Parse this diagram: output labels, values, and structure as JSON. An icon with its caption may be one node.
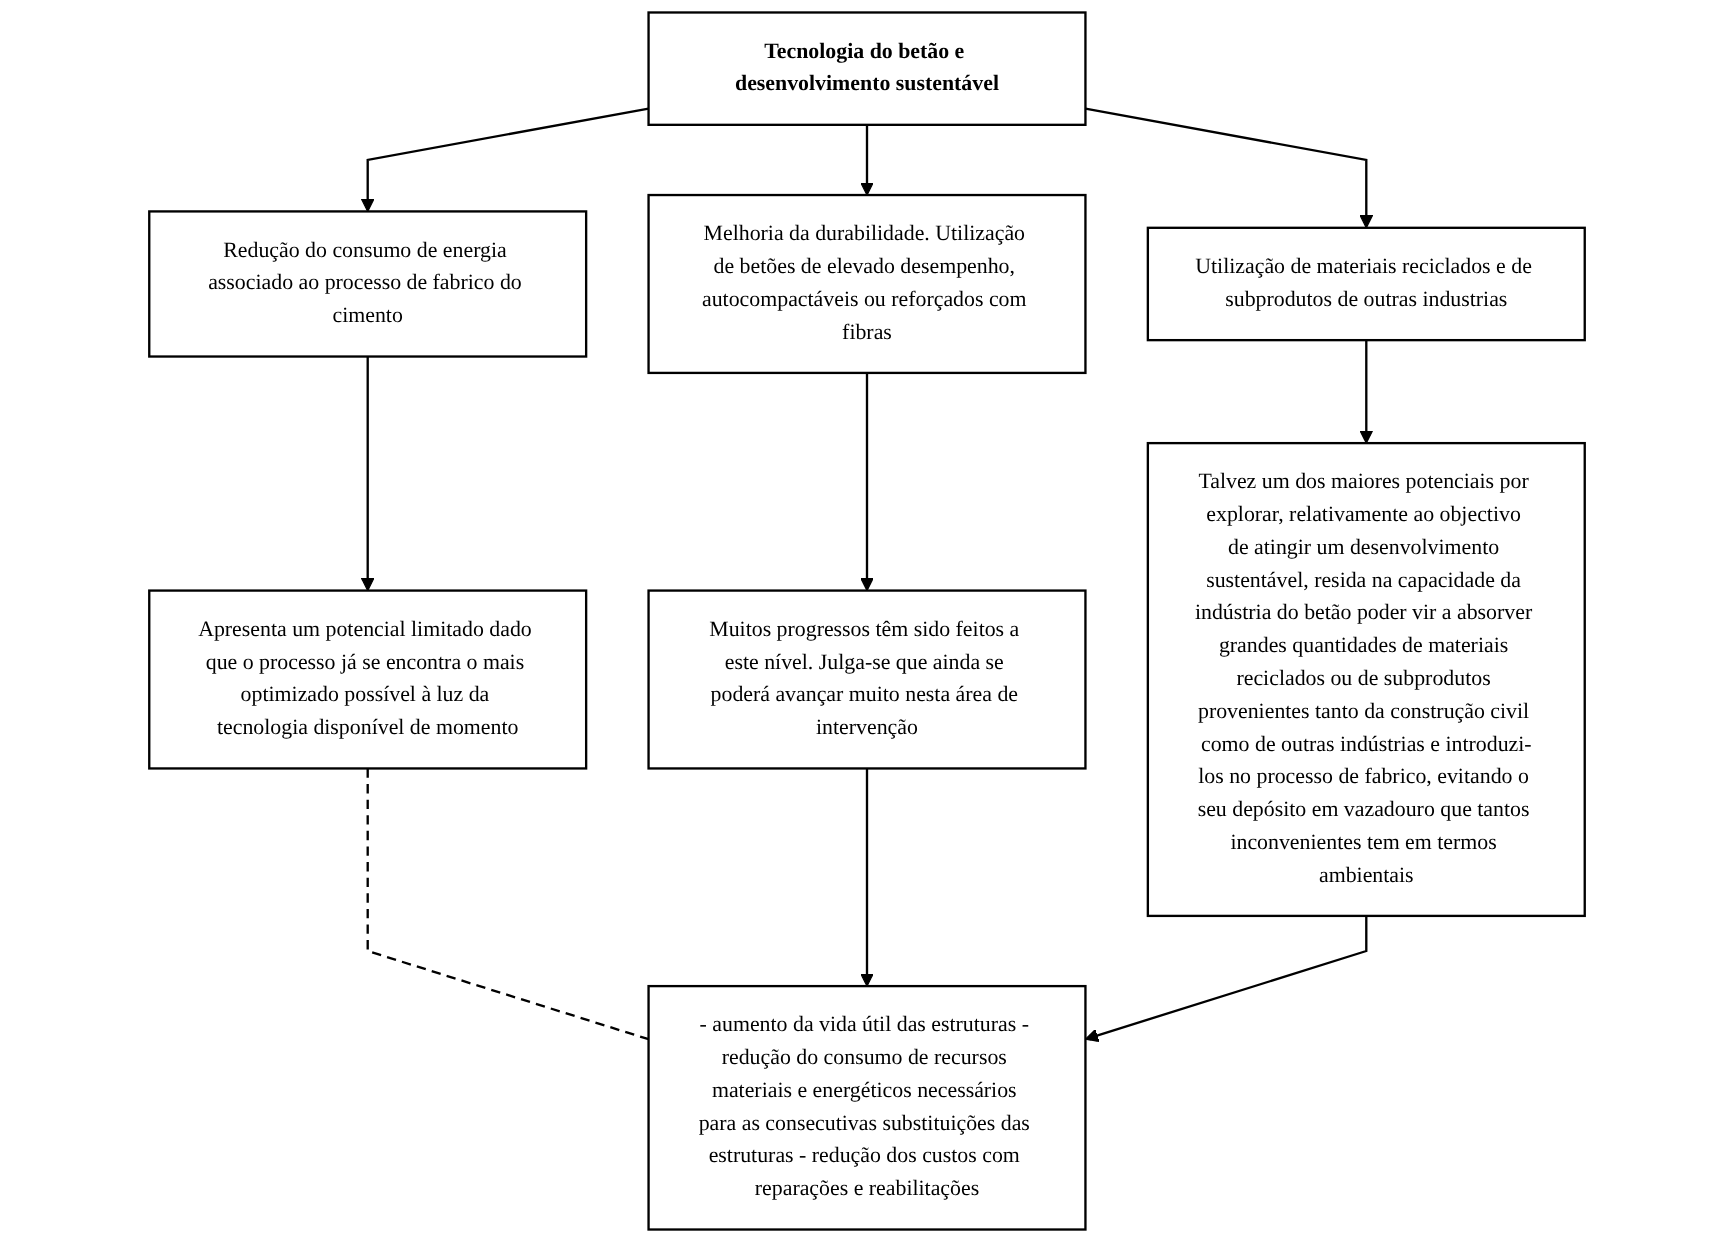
{
  "diagram": {
    "nodes": [
      {
        "text": [
          "Tecnologia do betão e desenvolvimento sustentável"
        ]
      },
      {
        "text": [
          "Redução do consumo de energia associado ao processo de fabrico do cimento"
        ]
      },
      {
        "text": [
          "Melhoria da durabilidade. Utilização de betões de elevado desempenho, autocompactáveis ou reforçados com fibras"
        ]
      },
      {
        "text": [
          "Utilização de materiais reciclados e de subprodutos de outras industrias"
        ]
      },
      {
        "text": [
          "Apresenta um potencial limitado dado que o processo já se encontra o mais optimizado possível à luz da tecnologia disponível de momento"
        ]
      },
      {
        "text": [
          "Muitos progressos têm sido feitos a este nível. Julga-se que ainda se poderá avançar muito nesta área de intervenção"
        ]
      },
      {
        "text": [
          "Talvez um dos maiores potenciais por explorar, relativamente ao objectivo de atingir um desenvolvimento sustentável, resida na capacidade da indústria do betão poder vir a absorver grandes quantidades de materiais reciclados ou de subprodutos provenientes tanto da construção civil como de outras indústrias e introduzi-los no processo de fabrico, evitando o seu depósito em vazadouro que tantos inconvenientes tem em termos ambientais"
        ]
      },
      {
        "text": [
          "- aumento da vida útil das estruturas - redução do consumo de recursos materiais e energéticos necessários para as consecutivas substituições das estruturas - redução dos custos com reparações e reabilitações"
        ]
      }
    ],
    "edges": [
      {
        "from": 0,
        "to": 1,
        "arrow": "to"
      },
      {
        "from": 0,
        "to": 2,
        "arrow": "to"
      },
      {
        "from": 0,
        "to": 3,
        "arrow": "to"
      },
      {
        "from": 1,
        "to": 4,
        "arrow": "to"
      },
      {
        "from": 2,
        "to": 5,
        "arrow": "to"
      },
      {
        "from": 3,
        "to": 6,
        "arrow": "to"
      },
      {
        "from": 4,
        "to": 7,
        "arrow": "none",
        "style": "dashed"
      },
      {
        "from": 5,
        "to": 7,
        "arrow": "to"
      },
      {
        "from": 6,
        "to": 7,
        "arrow": "to"
      }
    ]
  }
}
